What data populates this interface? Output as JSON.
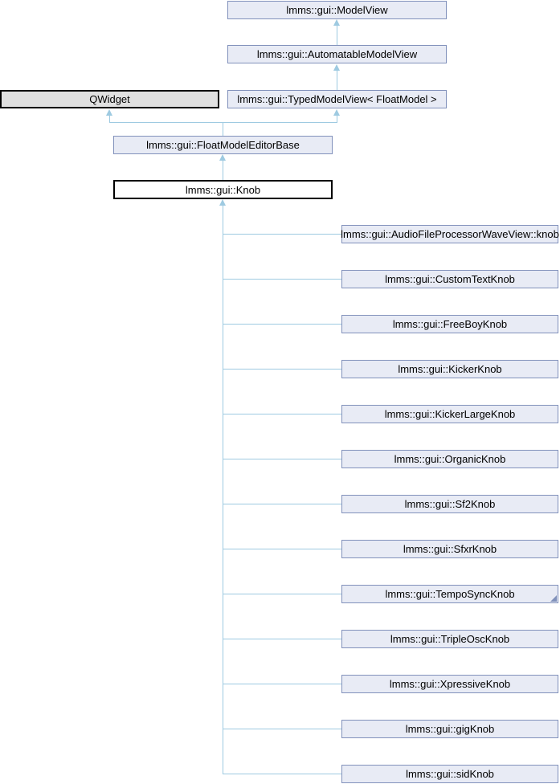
{
  "diagram": {
    "title": "lmms::gui::Knob inheritance diagram",
    "colors": {
      "background": "#ffffff",
      "node_fill": "#e8ebf5",
      "node_border": "#8191bb",
      "external_fill": "#e0e0e0",
      "external_border": "#000000",
      "focus_fill": "#ffffff",
      "focus_border": "#000000",
      "edge": "#9ecae1",
      "text": "#000000"
    },
    "nodes": {
      "modelview": {
        "label": "lmms::gui::ModelView"
      },
      "automatable": {
        "label": "lmms::gui::AutomatableModelView"
      },
      "qwidget": {
        "label": "QWidget"
      },
      "typed": {
        "label": "lmms::gui::TypedModelView< FloatModel >"
      },
      "editorbase": {
        "label": "lmms::gui::FloatModelEditorBase"
      },
      "knob": {
        "label": "lmms::gui::Knob"
      }
    },
    "derived": [
      {
        "label": "lmms::gui::AudioFileProcessorWaveView::knob"
      },
      {
        "label": "lmms::gui::CustomTextKnob"
      },
      {
        "label": "lmms::gui::FreeBoyKnob"
      },
      {
        "label": "lmms::gui::KickerKnob"
      },
      {
        "label": "lmms::gui::KickerLargeKnob"
      },
      {
        "label": "lmms::gui::OrganicKnob"
      },
      {
        "label": "lmms::gui::Sf2Knob"
      },
      {
        "label": "lmms::gui::SfxrKnob"
      },
      {
        "label": "lmms::gui::TempoSyncKnob",
        "has_subclasses_marker": true
      },
      {
        "label": "lmms::gui::TripleOscKnob"
      },
      {
        "label": "lmms::gui::XpressiveKnob"
      },
      {
        "label": "lmms::gui::gigKnob"
      },
      {
        "label": "lmms::gui::sidKnob"
      }
    ]
  }
}
